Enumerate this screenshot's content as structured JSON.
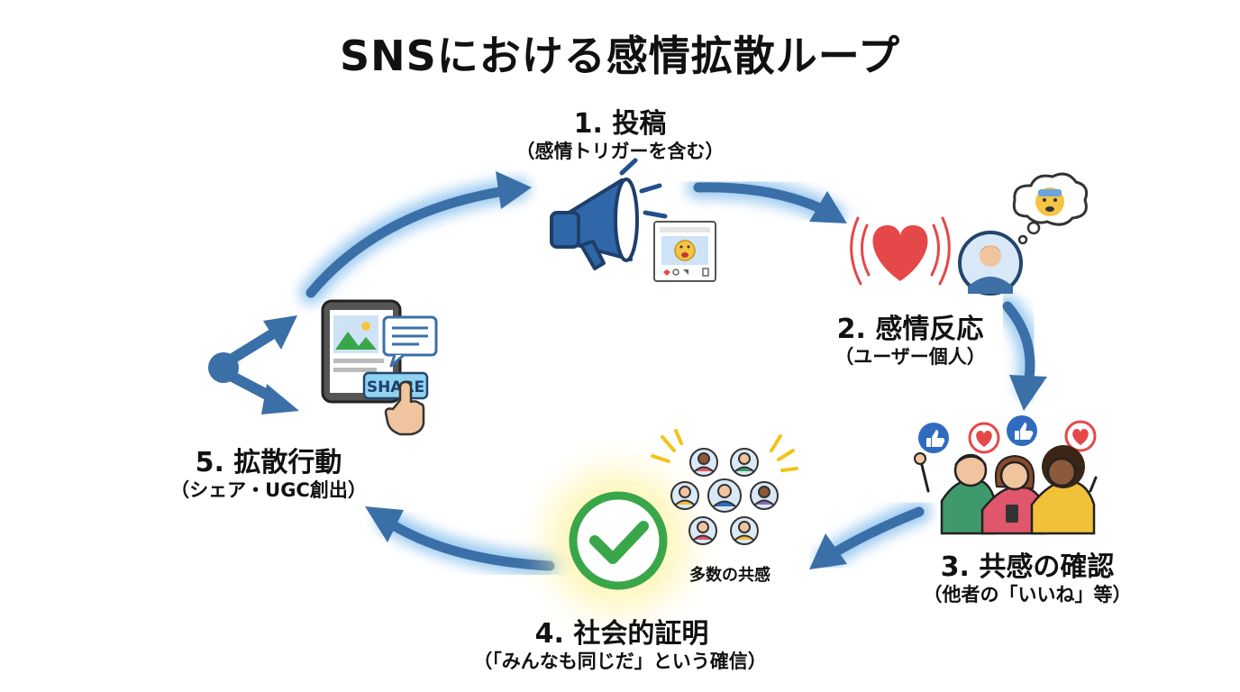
{
  "title": "SNSにおける感情拡散ループ",
  "steps": [
    {
      "label": "1. 投稿",
      "sub": "（感情トリガーを含む）"
    },
    {
      "label": "2. 感情反応",
      "sub": "（ユーザー個人）"
    },
    {
      "label": "3. 共感の確認",
      "sub": "（他者の「いいね」等）"
    },
    {
      "label": "4. 社会的証明",
      "sub": "（「みんなも同じだ」という確信）",
      "extra": "多数の共感"
    },
    {
      "label": "5. 拡散行動",
      "sub": "（シェア・UGC創出）",
      "button": "SHARE"
    }
  ],
  "colors": {
    "arrow": "#3b6fa8",
    "glow": "#9ecbf0",
    "heart": "#e54848",
    "check": "#3aa64a",
    "megaphone": "#22508a"
  }
}
